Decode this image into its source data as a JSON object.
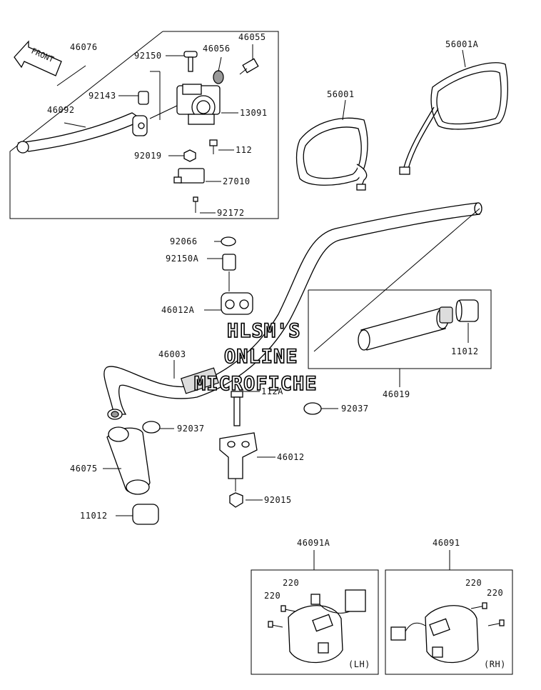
{
  "front_tag": "FRONT",
  "watermark": [
    "HLSM'S",
    "ONLINE",
    "MICROFICHE"
  ],
  "side_labels": {
    "lh": "(LH)",
    "rh": "(RH)"
  },
  "parts": {
    "p46076": "46076",
    "p92150": "92150",
    "p46056": "46056",
    "p46055": "46055",
    "p92143": "92143",
    "p46092": "46092",
    "p13091": "13091",
    "p92019": "92019",
    "p112": "112",
    "p27010": "27010",
    "p92172": "92172",
    "p56001": "56001",
    "p56001A": "56001A",
    "p92066": "92066",
    "p92150A": "92150A",
    "p46012A": "46012A",
    "p11012a": "11012",
    "p46003": "46003",
    "p112A": "112A",
    "p46019": "46019",
    "p92037a": "92037",
    "p92037b": "92037",
    "p46075": "46075",
    "p46012": "46012",
    "p92015": "92015",
    "p11012b": "11012",
    "p46091A": "46091A",
    "p46091": "46091",
    "p220a": "220",
    "p220b": "220",
    "p220c": "220",
    "p220d": "220"
  }
}
